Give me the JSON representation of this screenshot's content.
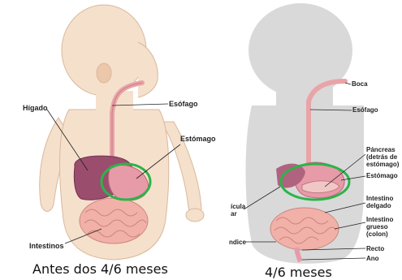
{
  "left_panel": {
    "caption": "Antes dos 4/6 meses",
    "labels": {
      "liver": "Hígado",
      "esophagus": "Esófago",
      "stomach": "Estómago",
      "intestines": "Intestinos"
    }
  },
  "right_panel": {
    "caption": "4/6 meses",
    "labels": {
      "mouth": "Boca",
      "esophagus": "Esófago",
      "pancreas_l1": "Páncreas",
      "pancreas_l2": "(detrás de",
      "pancreas_l3": "estómago)",
      "stomach": "Estómago",
      "small_intestine_l1": "Intestino",
      "small_intestine_l2": "delgado",
      "large_intestine_l1": "Intestino",
      "large_intestine_l2": "grueso",
      "large_intestine_l3": "(colon)",
      "rectum": "Recto",
      "anus": "Ano",
      "gallbladder_l1": "ícula",
      "gallbladder_l2": "ar",
      "appendix": "ndice"
    }
  },
  "colors": {
    "skin": "#f5e0cc",
    "skin_shadow": "#e3c2a6",
    "silhouette": "#d9d9d9",
    "liver": "#9b4d6e",
    "stomach": "#e79aa8",
    "intestine": "#f2b1a8",
    "esophagus": "#e9a4a8",
    "highlight": "#2db34a"
  }
}
